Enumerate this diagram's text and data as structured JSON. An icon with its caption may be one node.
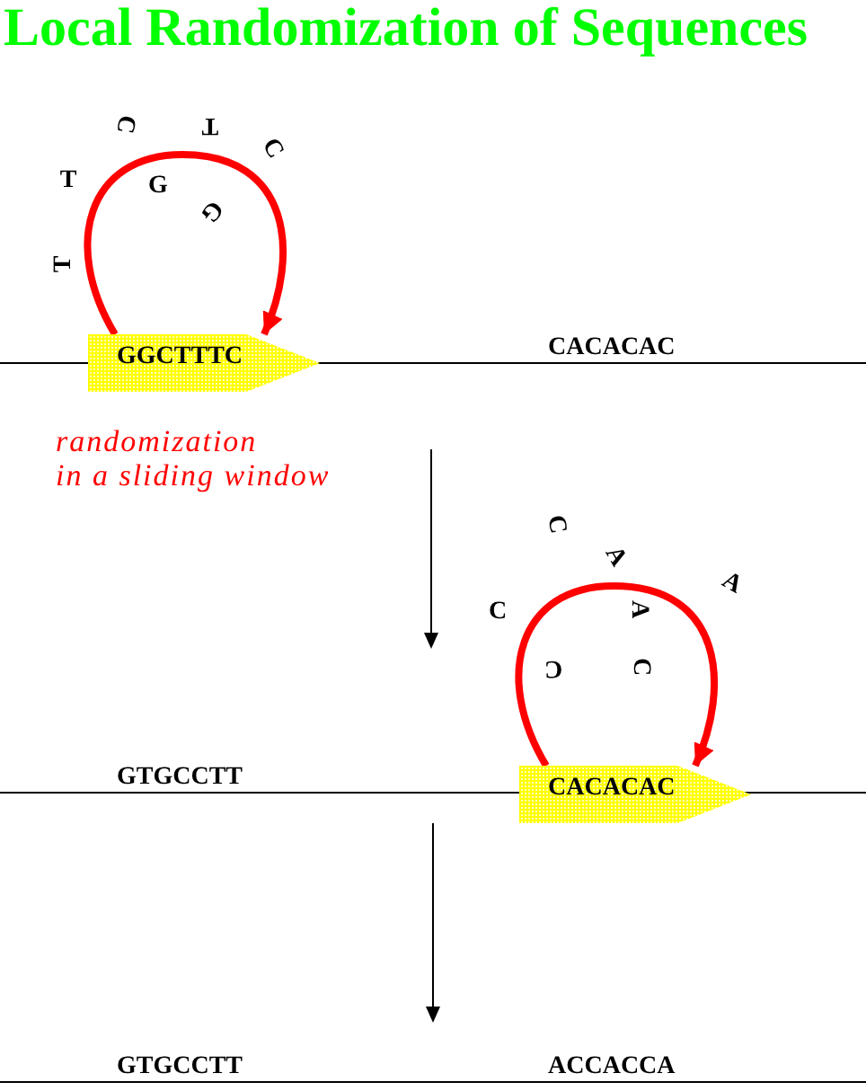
{
  "diagram": {
    "title": "Local Randomization of Sequences",
    "nodes": [
      {
        "text": [
          "GGCTTTC"
        ]
      },
      {
        "text": [
          "CACACAC"
        ]
      }
    ],
    "edges": [
      {
        "from": 0,
        "to": 0,
        "arrow": "to"
      },
      {
        "from": 1,
        "to": 1,
        "arrow": "to"
      }
    ],
    "labels": [
      "C",
      "T",
      "C",
      "T",
      "G",
      "G",
      "T",
      "CACACAC",
      "randomization in a sliding window",
      "C",
      "A",
      "A",
      "C",
      "A",
      "C",
      "C",
      "GTGCCTT",
      "GTGCCTT",
      "ACCACCA"
    ]
  }
}
